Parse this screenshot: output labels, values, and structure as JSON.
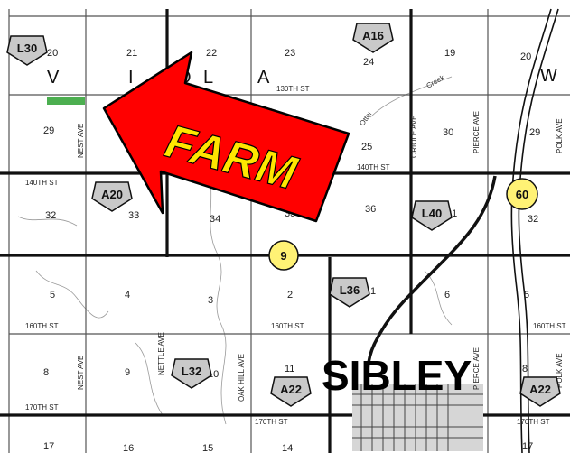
{
  "township": {
    "letters": [
      "V",
      "I",
      "O",
      "L",
      "A"
    ]
  },
  "edge_letter": "W",
  "city_label": "SIBLEY",
  "farm_label": "FARM",
  "creek_label": [
    "Otter",
    "Creek"
  ],
  "sections": [
    "20",
    "21",
    "22",
    "23",
    "24",
    "19",
    "20",
    "29",
    "25",
    "30",
    "29",
    "32",
    "33",
    "34",
    "35",
    "36",
    "31",
    "32",
    "5",
    "4",
    "3",
    "2",
    "1",
    "6",
    "5",
    "8",
    "9",
    "10",
    "11",
    "8",
    "17",
    "16",
    "15",
    "14",
    "17"
  ],
  "streets": {
    "st_130": "130TH ST",
    "st_140a": "140TH ST",
    "st_140b": "140TH ST",
    "st_160a": "160TH ST",
    "st_160b": "160TH ST",
    "st_160c": "160TH ST",
    "st_170a": "170TH ST",
    "st_170b": "170TH ST",
    "st_170c": "170TH ST",
    "nest_ave_a": "NEST AVE",
    "nest_ave_b": "NEST AVE",
    "nettle_ave": "NETTLE AVE",
    "oak_hill_ave": "OAK HILL AVE",
    "pierce_ave_a": "PIERCE AVE",
    "pierce_ave_b": "PIERCE AVE",
    "polk_ave_a": "POLK AVE",
    "polk_ave_b": "POLK AVE",
    "oriole_ave": "ORIOLE AVE"
  },
  "county_roads": [
    "L30",
    "A16",
    "A20",
    "L40",
    "L36",
    "L32",
    "A22",
    "A22"
  ],
  "state_routes": [
    "60",
    "9"
  ],
  "colors": {
    "arrow_fill": "#ff0000",
    "arrow_outline": "#000000",
    "farm_text": "#ffe600",
    "farm_marker": "#4caf50",
    "route_circle": "#fff275",
    "shield_fill": "#c9c9c9",
    "city_block": "#d6d6d6"
  }
}
